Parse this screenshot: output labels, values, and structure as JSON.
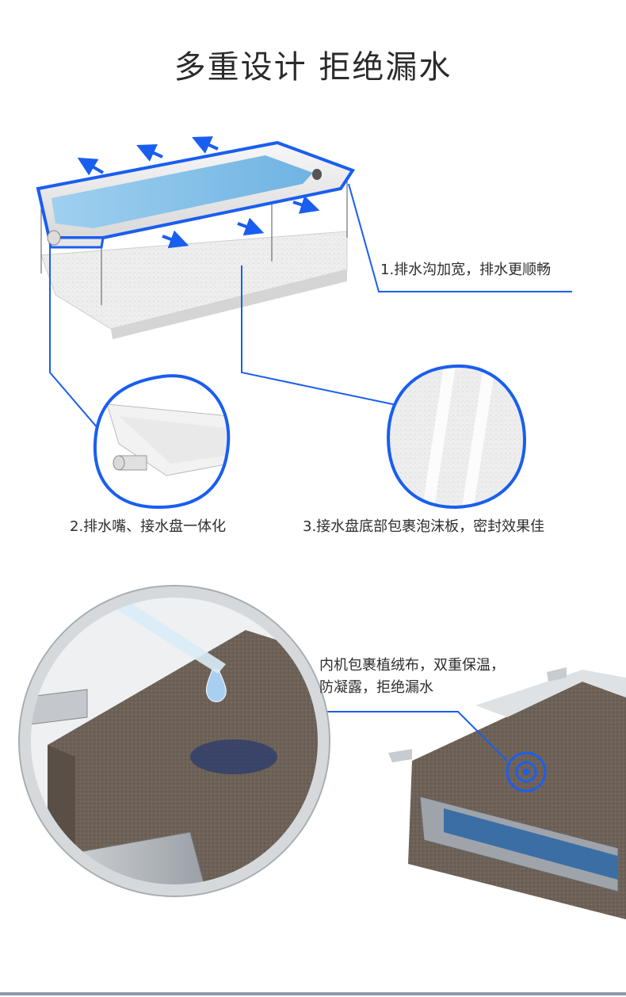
{
  "title": "多重设计 拒绝漏水",
  "features": [
    {
      "label": "1.排水沟加宽，排水更顺畅"
    },
    {
      "label": "2.排水嘴、接水盘一体化"
    },
    {
      "label": "3.接水盘底部包裹泡沫板，密封效果佳"
    }
  ],
  "felt": {
    "line1": "内机包裹植绒布，双重保温，",
    "line2": "防凝露，拒绝漏水"
  },
  "colors": {
    "accent_blue": "#1a5ef0",
    "water_blue": "#8ec6ea",
    "felt_brown": "#6e6258"
  }
}
